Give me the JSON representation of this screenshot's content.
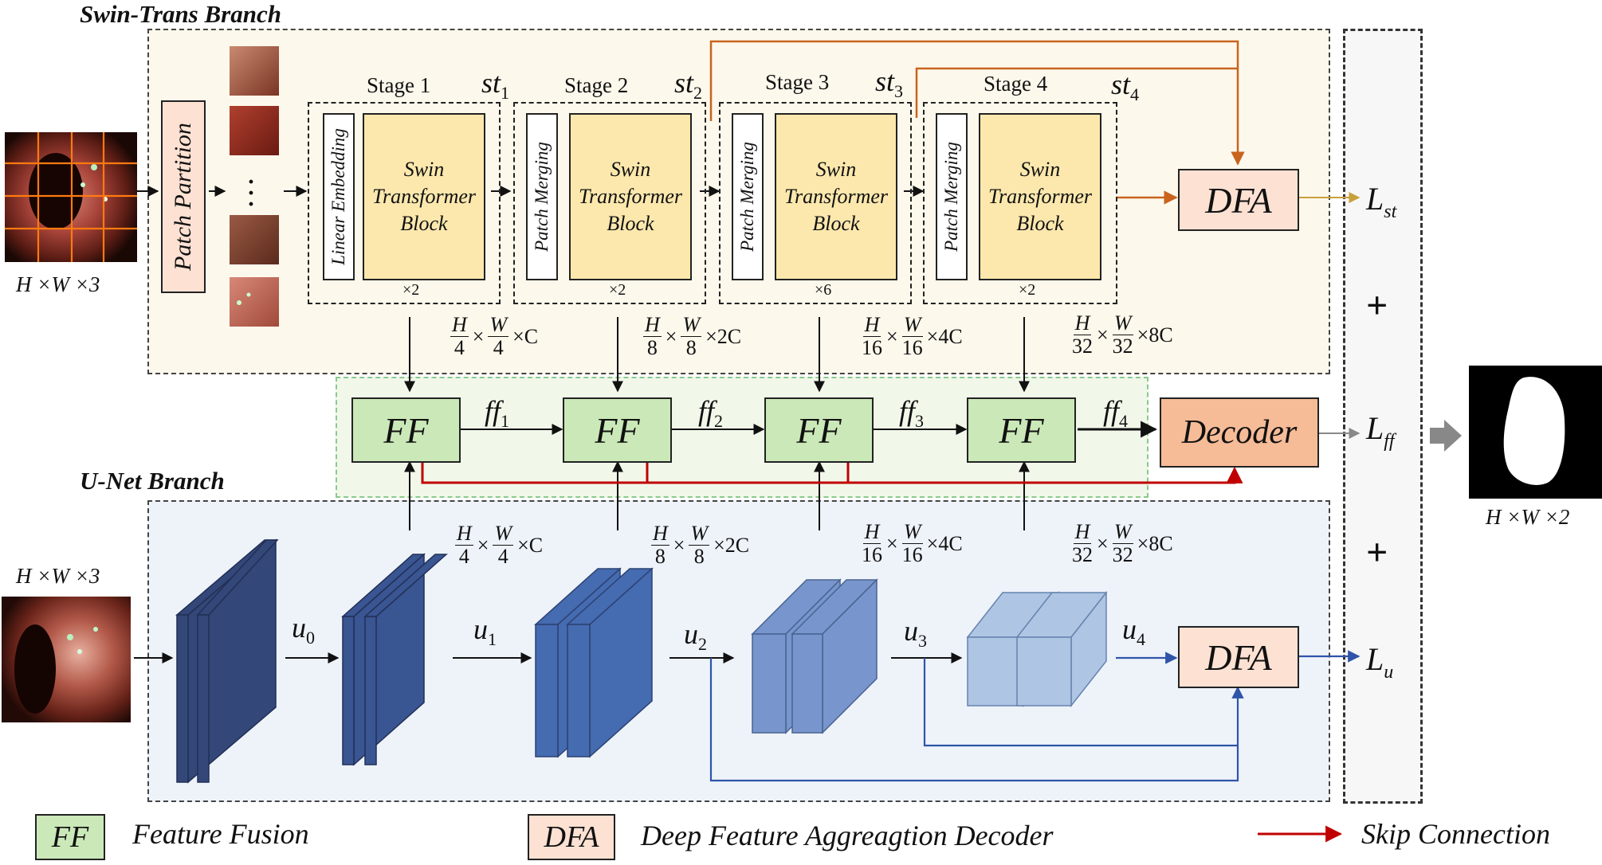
{
  "branches": {
    "swin_label": "Swin-Trans Branch",
    "unet_label": "U-Net Branch"
  },
  "patch_partition": "Patch Partition",
  "input_dims": {
    "top": "H ×W ×3",
    "bottom": "H ×W ×3",
    "output": "H ×W ×2"
  },
  "stages": [
    {
      "label": "Stage 1",
      "sym": "st",
      "idx": "1",
      "thin": "Linear Embedding",
      "block": [
        "Swin",
        "Transformer",
        "Block"
      ],
      "rep": "×2"
    },
    {
      "label": "Stage 2",
      "sym": "st",
      "idx": "2",
      "thin": "Patch Merging",
      "block": [
        "Swin",
        "Transformer",
        "Block"
      ],
      "rep": "×2"
    },
    {
      "label": "Stage 3",
      "sym": "st",
      "idx": "3",
      "thin": "Patch Merging",
      "block": [
        "Swin",
        "Transformer",
        "Block"
      ],
      "rep": "×6"
    },
    {
      "label": "Stage 4",
      "sym": "st",
      "idx": "4",
      "thin": "Patch Merging",
      "block": [
        "Swin",
        "Transformer",
        "Block"
      ],
      "rep": "×2"
    }
  ],
  "dims_swin": [
    {
      "hn": "H",
      "hd": "4",
      "wn": "W",
      "wd": "4",
      "c": "×C"
    },
    {
      "hn": "H",
      "hd": "8",
      "wn": "W",
      "wd": "8",
      "c": "×2C"
    },
    {
      "hn": "H",
      "hd": "16",
      "wn": "W",
      "wd": "16",
      "c": "×4C"
    },
    {
      "hn": "H",
      "hd": "32",
      "wn": "W",
      "wd": "32",
      "c": "×8C"
    }
  ],
  "dims_unet": [
    {
      "hn": "H",
      "hd": "4",
      "wn": "W",
      "wd": "4",
      "c": "×C"
    },
    {
      "hn": "H",
      "hd": "8",
      "wn": "W",
      "wd": "8",
      "c": "×2C"
    },
    {
      "hn": "H",
      "hd": "16",
      "wn": "W",
      "wd": "16",
      "c": "×4C"
    },
    {
      "hn": "H",
      "hd": "32",
      "wn": "W",
      "wd": "32",
      "c": "×8C"
    }
  ],
  "times": "×",
  "ff_label": "FF",
  "ff_outputs": [
    {
      "sym": "ff",
      "idx": "1"
    },
    {
      "sym": "ff",
      "idx": "2"
    },
    {
      "sym": "ff",
      "idx": "3"
    },
    {
      "sym": "ff",
      "idx": "4"
    }
  ],
  "decoder_label": "Decoder",
  "dfa_label": "DFA",
  "u_labels": [
    {
      "sym": "u",
      "idx": "0"
    },
    {
      "sym": "u",
      "idx": "1"
    },
    {
      "sym": "u",
      "idx": "2"
    },
    {
      "sym": "u",
      "idx": "3"
    },
    {
      "sym": "u",
      "idx": "4"
    }
  ],
  "losses": {
    "st": {
      "sym": "L",
      "idx": "st"
    },
    "ff": {
      "sym": "L",
      "idx": "ff"
    },
    "u": {
      "sym": "L",
      "idx": "u"
    }
  },
  "plus": "+",
  "legend": {
    "ff_box": "FF",
    "ff_text": "Feature Fusion",
    "dfa_box": "DFA",
    "dfa_text": "Deep Feature Aggreagtion Decoder",
    "skip_text": "Skip Connection"
  },
  "colors": {
    "swin_bg": "#fdf8ec",
    "unet_bg": "#eef3fa",
    "ff_fill": "#cbe8b8",
    "dfa_fill": "#fde1d3",
    "decoder_fill": "#f6bc97",
    "block_fill": "#fce8ad",
    "orange_line": "#c8641e",
    "gold_line": "#c8a03a",
    "blue_line": "#2f54a8",
    "red_line": "#c00000"
  }
}
